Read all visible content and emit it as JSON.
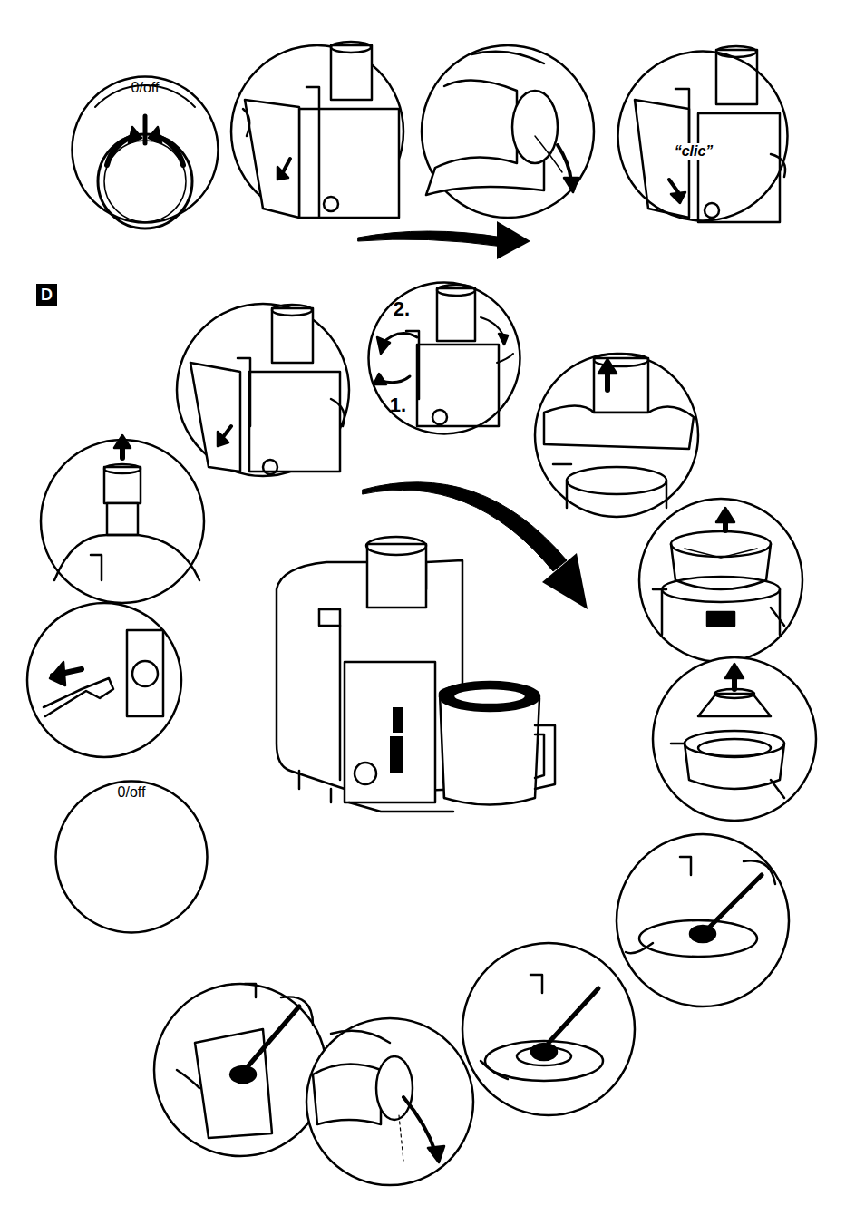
{
  "diagram": {
    "nodes": [
      {
        "text": [
          "0/off"
        ]
      },
      {
        "text": [
          "“clic”"
        ]
      },
      {
        "text": [
          "2.",
          "1."
        ]
      },
      {
        "text": [
          "0/off"
        ]
      }
    ],
    "labels": [
      "D"
    ]
  }
}
